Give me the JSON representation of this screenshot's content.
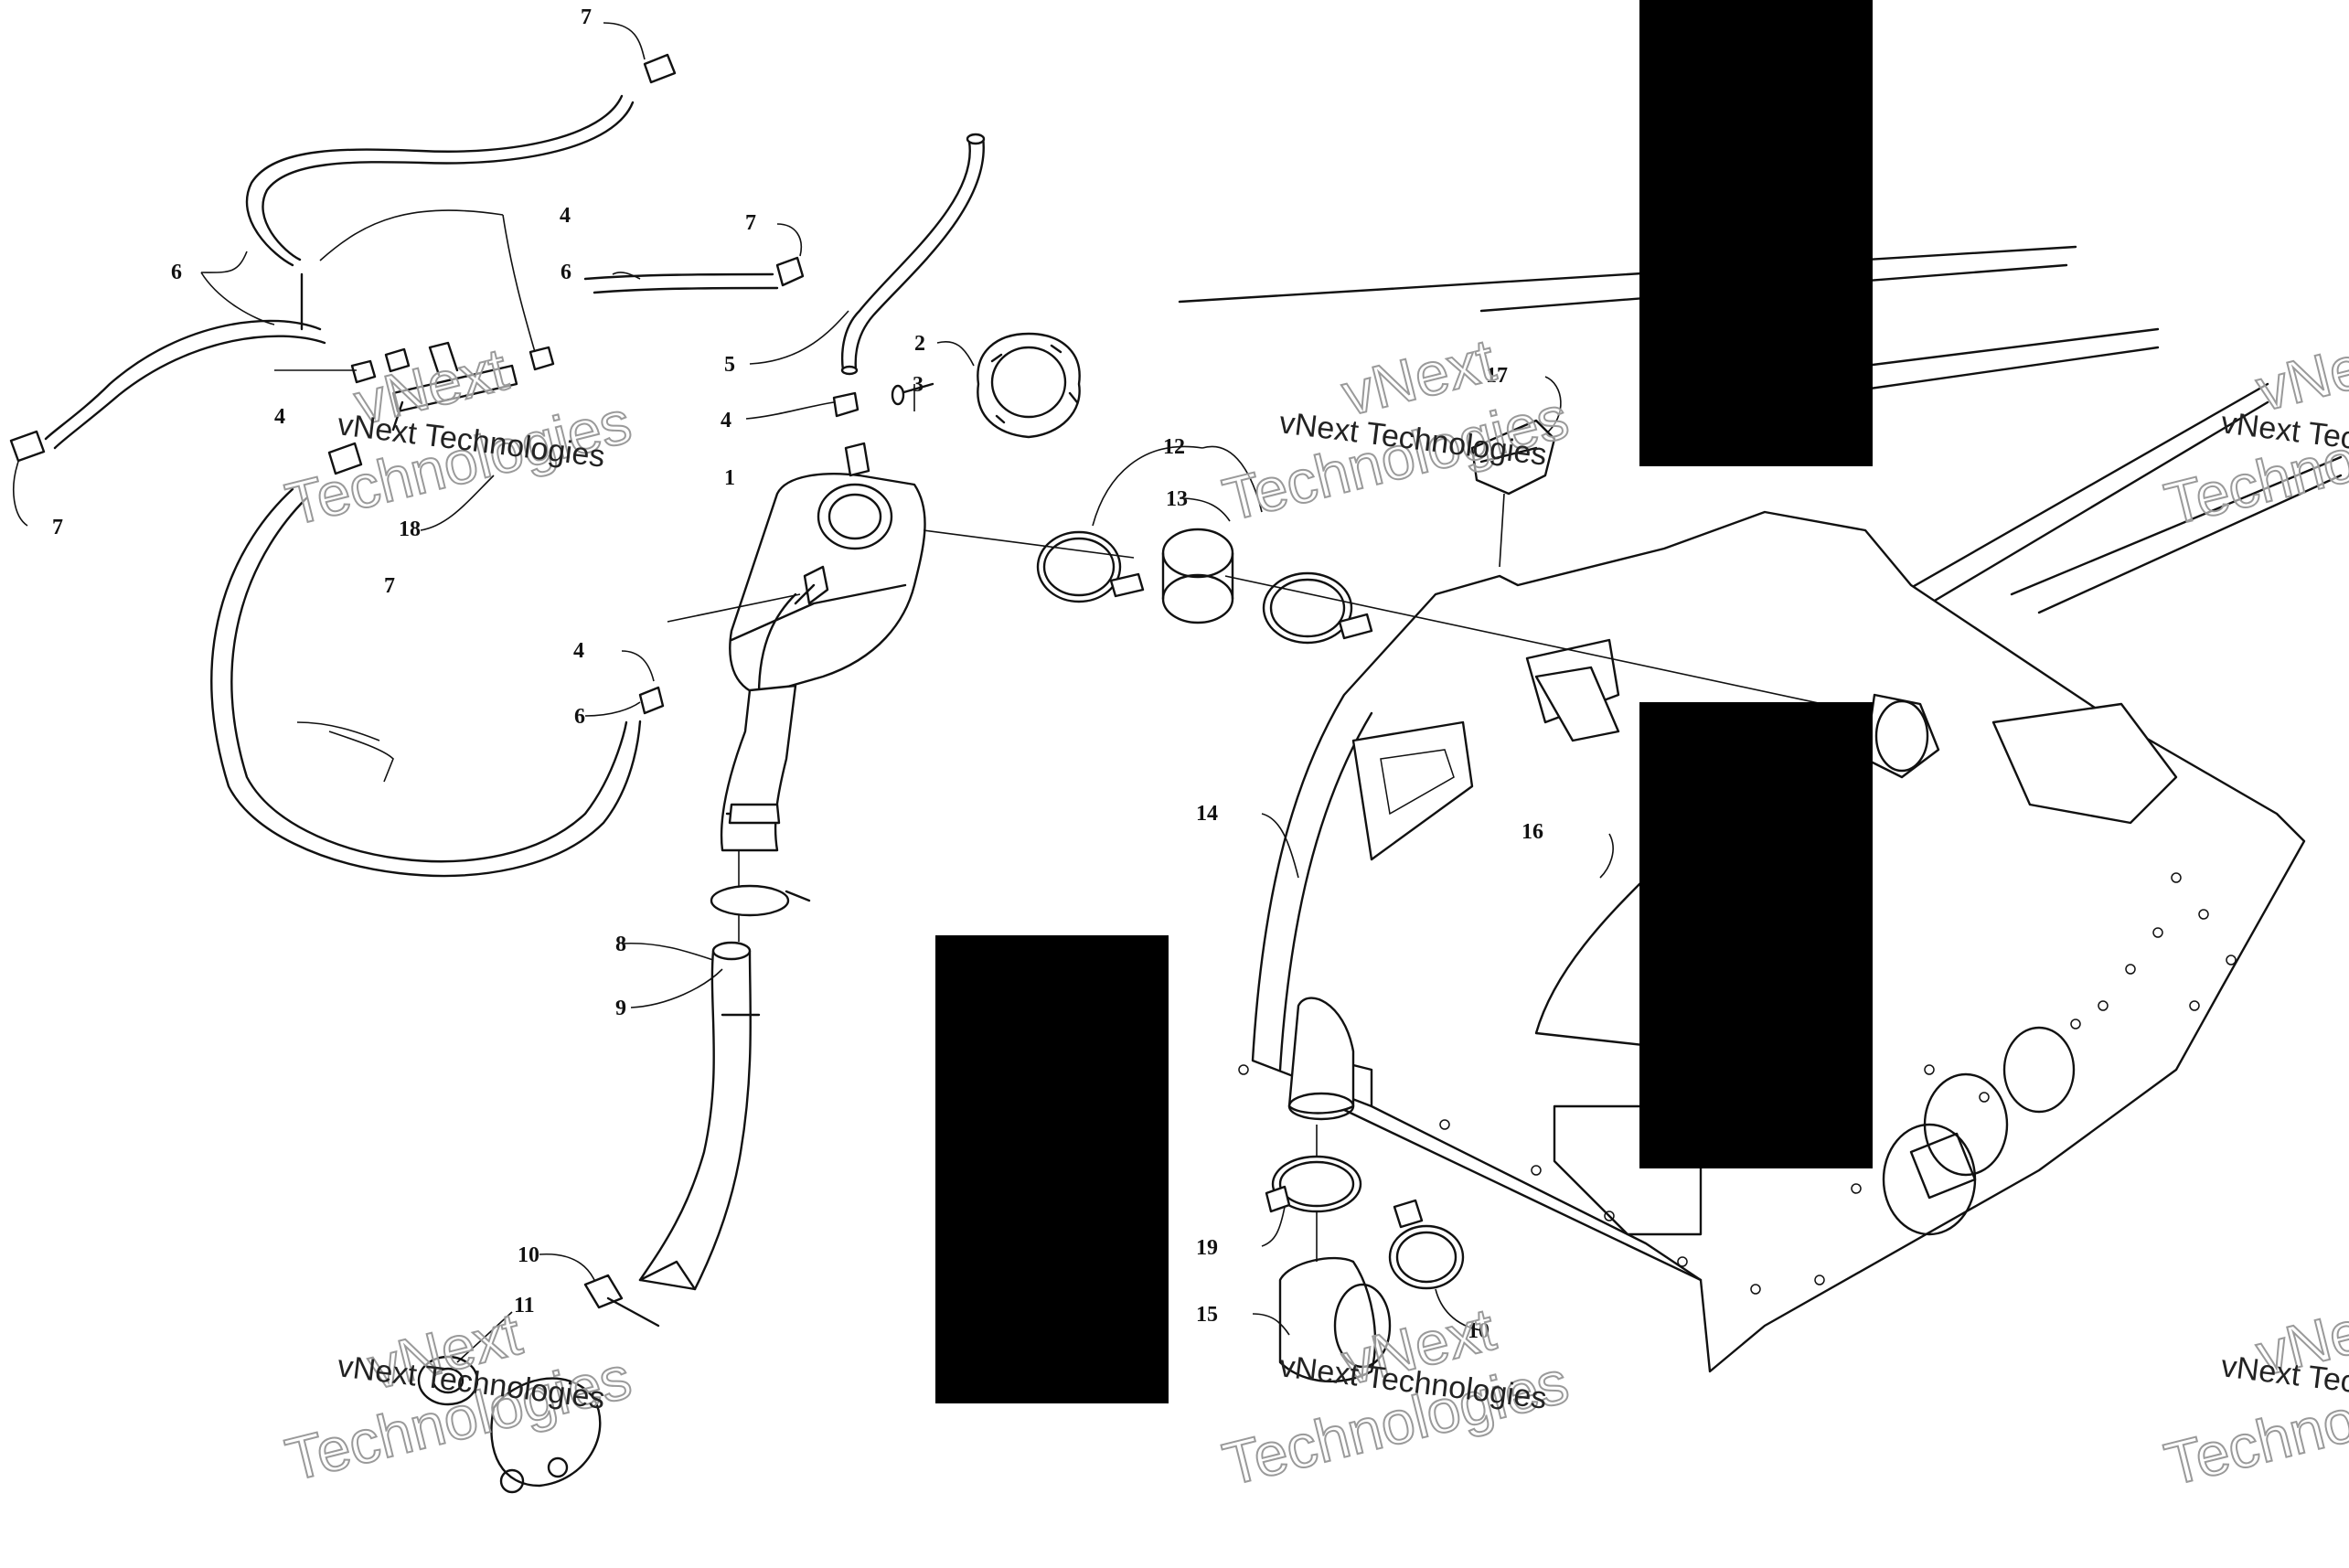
{
  "watermark": {
    "line1": "vNext",
    "line2": "Technologies",
    "full": "vNext Technologies"
  },
  "callouts": {
    "c1": "1",
    "c2": "2",
    "c3": "3",
    "c4a": "4",
    "c4b": "4",
    "c4c": "4",
    "c4d": "4",
    "c5": "5",
    "c6a": "6",
    "c6b": "6",
    "c6c": "6",
    "c7a": "7",
    "c7b": "7",
    "c7c": "7",
    "c7d": "7",
    "c8": "8",
    "c9": "9",
    "c10a": "10",
    "c10b": "10",
    "c11": "11",
    "c12": "12",
    "c13": "13",
    "c14": "14",
    "c15": "15",
    "c16": "16",
    "c17": "17",
    "c18": "18",
    "c19": "19"
  },
  "colors": {
    "line": "#111111",
    "background": "#ffffff",
    "redaction": "#000000"
  }
}
